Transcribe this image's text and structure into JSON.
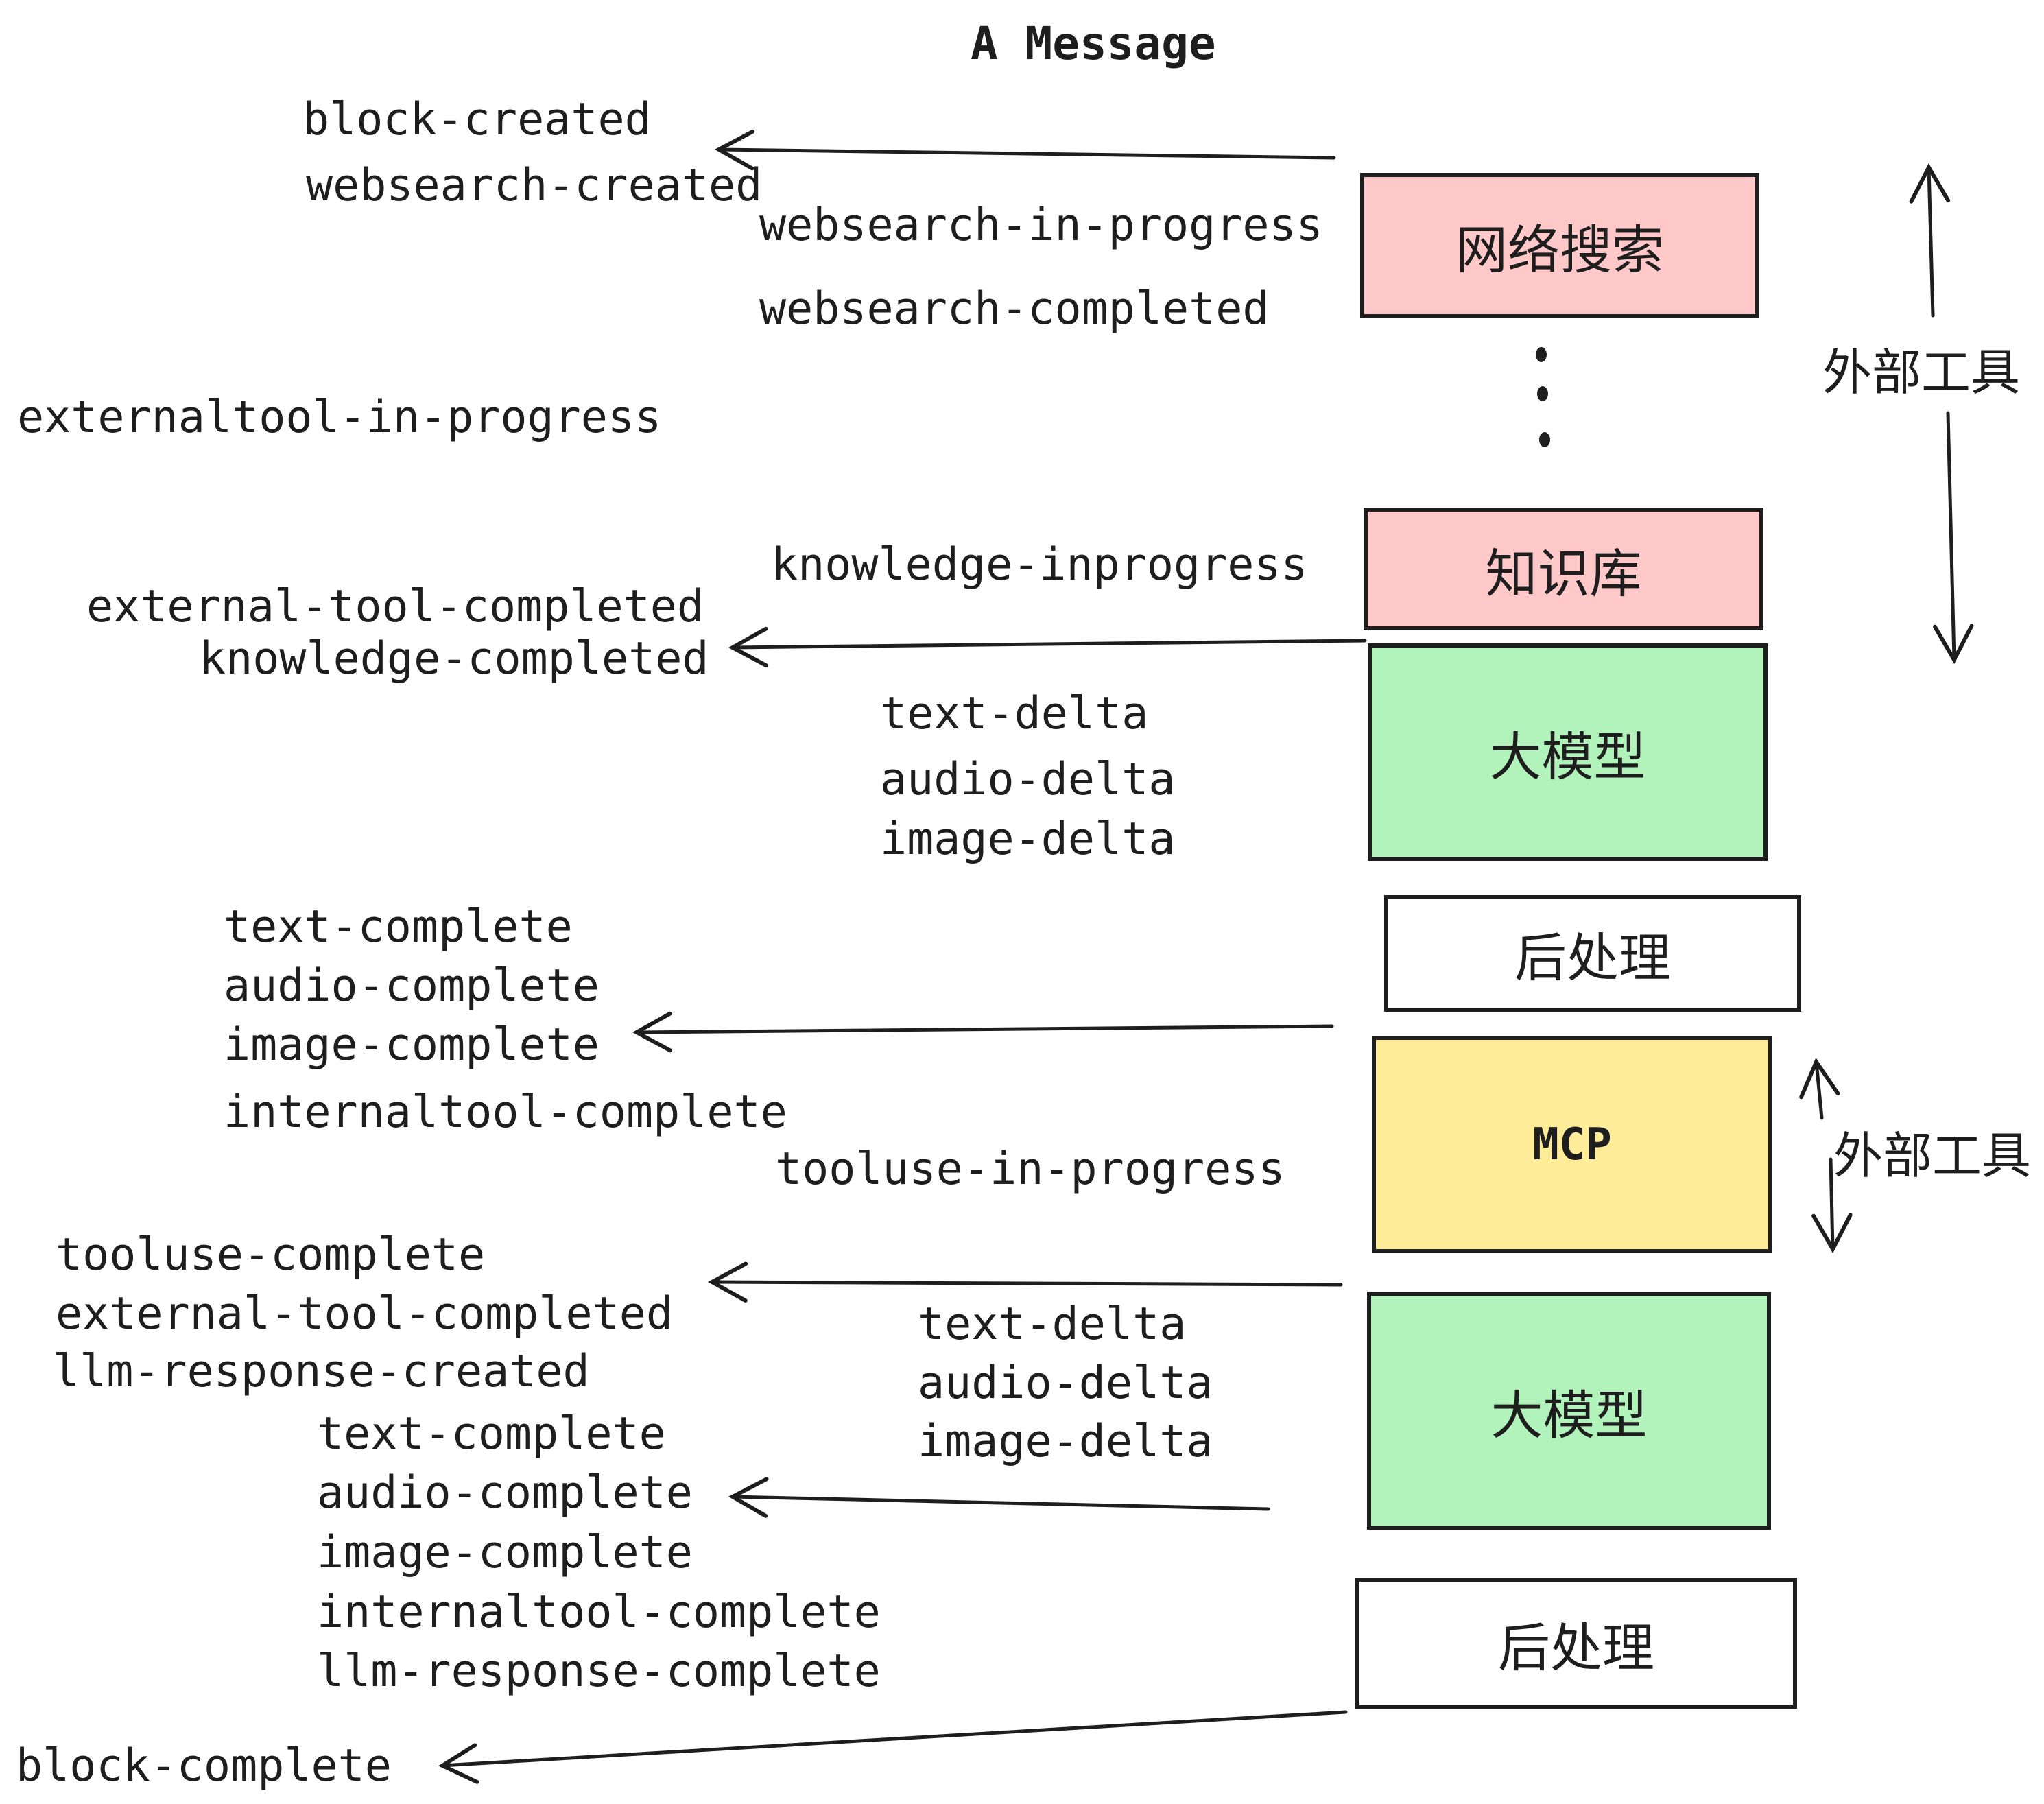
{
  "title": "A Message",
  "colors": {
    "pink": "#ffc9c9",
    "green": "#b2f2bb",
    "yellow": "#ffec99",
    "white": "#ffffff",
    "ink": "#1e1e1e"
  },
  "events": [
    "block-created",
    "websearch-created",
    "websearch-in-progress",
    "websearch-completed",
    "externaltool-in-progress",
    "knowledge-inprogress",
    "external-tool-completed",
    "knowledge-completed",
    "text-delta",
    "audio-delta",
    "image-delta",
    "text-complete",
    "audio-complete",
    "image-complete",
    "internaltool-complete",
    "tooluse-in-progress",
    "tooluse-complete",
    "external-tool-completed",
    "llm-response-created",
    "text-delta",
    "audio-delta",
    "image-delta",
    "text-complete",
    "audio-complete",
    "image-complete",
    "internaltool-complete",
    "llm-response-complete",
    "block-complete"
  ],
  "boxes": [
    {
      "label": "网络搜索",
      "color": "pink"
    },
    {
      "label": "知识库",
      "color": "pink"
    },
    {
      "label": "大模型",
      "color": "green"
    },
    {
      "label": "后处理",
      "color": "white"
    },
    {
      "label": "MCP",
      "color": "yellow"
    },
    {
      "label": "大模型",
      "color": "green"
    },
    {
      "label": "后处理",
      "color": "white"
    }
  ],
  "side_labels": [
    "外部工具",
    "外部工具"
  ]
}
